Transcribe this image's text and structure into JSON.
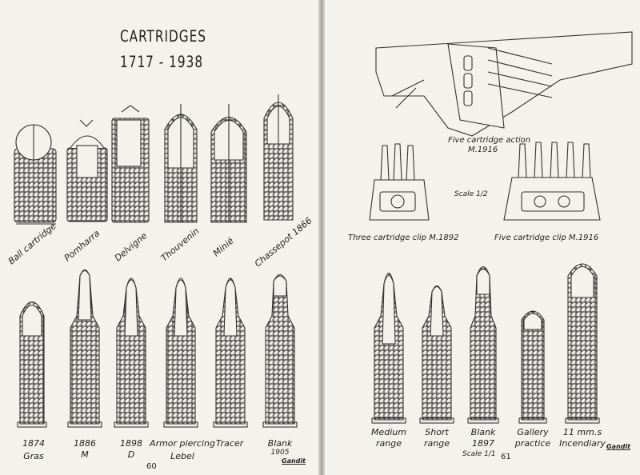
{
  "left_page": {
    "title": "CARTRIDGES",
    "dates": "1717 - 1938",
    "page_number": "60",
    "signature": "Gandit",
    "top_row": [
      "Ball cartridge",
      "Pomharra",
      "Delvigne",
      "Thouvenin",
      "Minié",
      "Chassepot 1866"
    ],
    "bottom_row": [
      {
        "line1": "1874",
        "line2": "Gras"
      },
      {
        "line1": "1886",
        "line2": "M"
      },
      {
        "line1": "1898",
        "line2": "D"
      },
      {
        "line1": "Armor piercing",
        "line2": "Lebel"
      },
      {
        "line1": "Tracer",
        "line2": ""
      },
      {
        "line1": "Blank",
        "line2": "1905"
      }
    ]
  },
  "right_page": {
    "action_caption_1": "Five cartridge action",
    "action_caption_2": "M.1916",
    "scale_half": "Scale 1/2",
    "clip_3": "Three cartridge clip M.1892",
    "clip_5": "Five cartridge clip M.1916",
    "bottom_row": [
      {
        "line1": "Medium",
        "line2": "range"
      },
      {
        "line1": "Short",
        "line2": "range"
      },
      {
        "line1": "Blank",
        "line2": "1897"
      },
      {
        "line1": "Gallery",
        "line2": "practice"
      },
      {
        "line1": "11 mm.s",
        "line2": "Incendiary"
      }
    ],
    "scale_full": "Scale 1/1",
    "page_number": "61",
    "signature": "Gandit"
  }
}
